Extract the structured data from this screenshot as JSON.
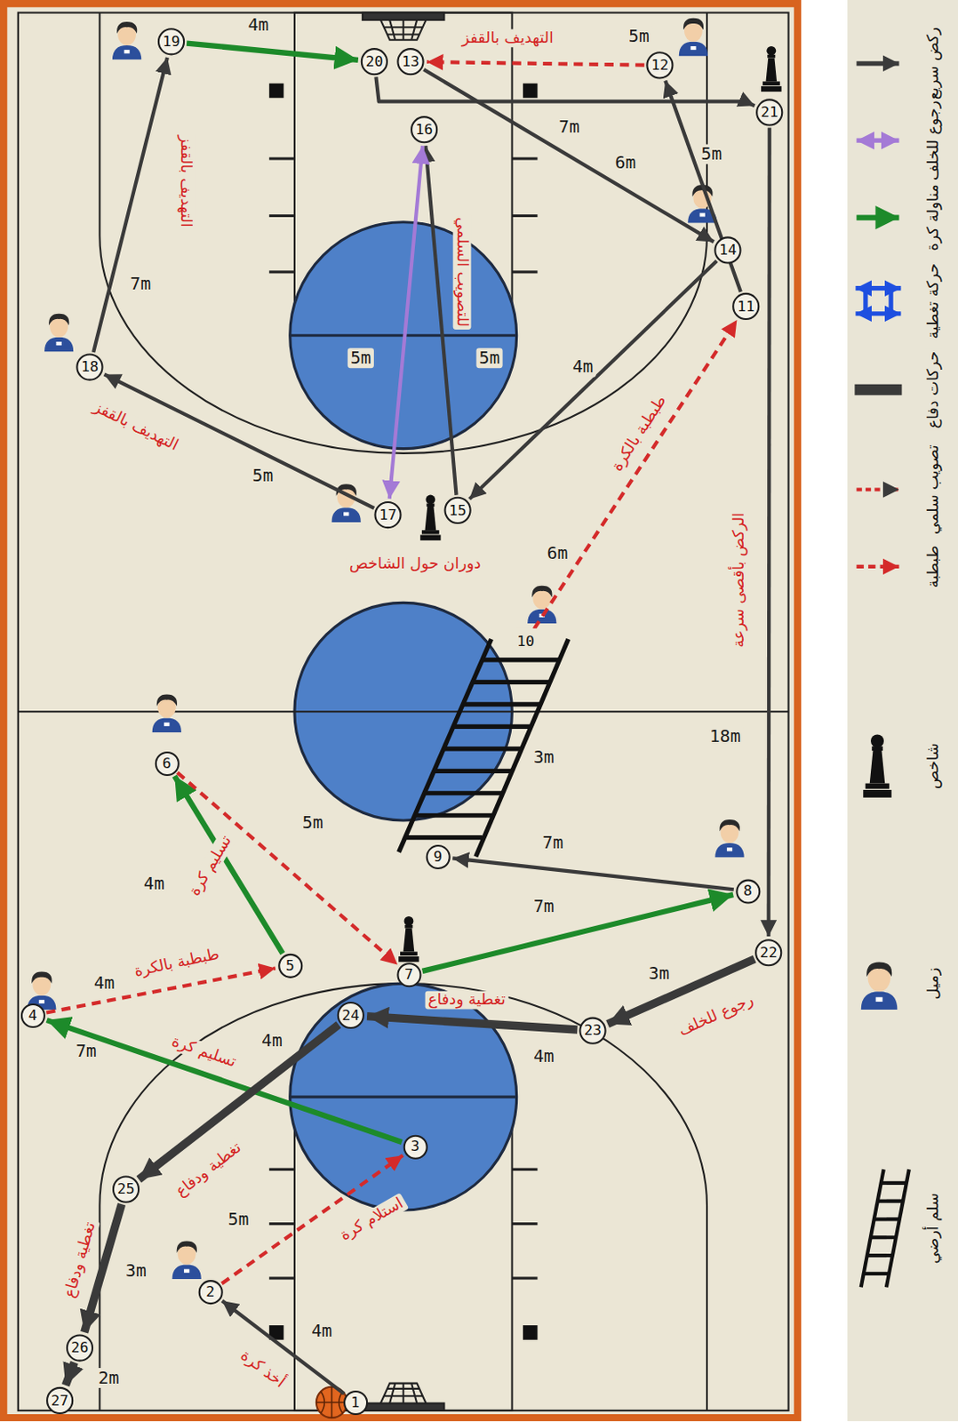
{
  "diagram": {
    "nodes": [
      {
        "text": [
          "1"
        ]
      },
      {
        "text": [
          "2"
        ]
      },
      {
        "text": [
          "3"
        ]
      },
      {
        "text": [
          "4"
        ]
      },
      {
        "text": [
          "5"
        ]
      },
      {
        "text": [
          "6"
        ]
      },
      {
        "text": [
          "7"
        ]
      },
      {
        "text": [
          "8"
        ]
      },
      {
        "text": [
          "9"
        ]
      },
      {
        "text": [
          "10"
        ]
      },
      {
        "text": [
          "11"
        ]
      },
      {
        "text": [
          "12"
        ]
      },
      {
        "text": [
          "13"
        ]
      },
      {
        "text": [
          "14"
        ]
      },
      {
        "text": [
          "15"
        ]
      },
      {
        "text": [
          "16"
        ]
      },
      {
        "text": [
          "17"
        ]
      },
      {
        "text": [
          "18"
        ]
      },
      {
        "text": [
          "19"
        ]
      },
      {
        "text": [
          "20"
        ]
      },
      {
        "text": [
          "21"
        ]
      },
      {
        "text": [
          "22"
        ]
      },
      {
        "text": [
          "23"
        ]
      },
      {
        "text": [
          "24"
        ]
      },
      {
        "text": [
          "25"
        ]
      },
      {
        "text": [
          "26"
        ]
      },
      {
        "text": [
          "27"
        ]
      }
    ],
    "edges": [
      {
        "from": 0,
        "to": 1,
        "arrow": "to"
      },
      {
        "from": 1,
        "to": 2,
        "arrow": "to"
      },
      {
        "from": 2,
        "to": 3,
        "arrow": "to"
      },
      {
        "from": 3,
        "to": 4,
        "arrow": "to"
      },
      {
        "from": 4,
        "to": 5,
        "arrow": "to"
      },
      {
        "from": 5,
        "to": 6,
        "arrow": "to"
      },
      {
        "from": 6,
        "to": 7,
        "arrow": "to"
      },
      {
        "from": 7,
        "to": 8,
        "arrow": "to"
      },
      {
        "from": 9,
        "to": 10,
        "arrow": "to"
      },
      {
        "from": 10,
        "to": 11,
        "arrow": "to"
      },
      {
        "from": 11,
        "to": 12,
        "arrow": "to"
      },
      {
        "from": 12,
        "to": 13,
        "arrow": "to"
      },
      {
        "from": 13,
        "to": 14,
        "arrow": "to"
      },
      {
        "from": 14,
        "to": 15,
        "arrow": "to"
      },
      {
        "from": 15,
        "to": 16,
        "arrow": "both"
      },
      {
        "from": 16,
        "to": 17,
        "arrow": "to"
      },
      {
        "from": 17,
        "to": 18,
        "arrow": "to"
      },
      {
        "from": 18,
        "to": 19,
        "arrow": "to"
      },
      {
        "from": 19,
        "to": 20,
        "arrow": "to"
      },
      {
        "from": 20,
        "to": 21,
        "arrow": "to"
      },
      {
        "from": 21,
        "to": 22,
        "arrow": "to"
      },
      {
        "from": 22,
        "to": 23,
        "arrow": "to"
      },
      {
        "from": 23,
        "to": 24,
        "arrow": "to"
      },
      {
        "from": 24,
        "to": 25,
        "arrow": "to"
      },
      {
        "from": 25,
        "to": 26,
        "arrow": "to"
      }
    ],
    "labels": [
      "4m",
      "التهديف بالقفز",
      "5m",
      "7m",
      "5m",
      "6m",
      "التهديف بالقفز",
      "7m",
      "للتصويب السلمي",
      "5m",
      "5m",
      "4m",
      "طبطبة بالكرة",
      "التهديف بالقفز",
      "5m",
      "دوران حول الشاخص",
      "6m",
      "الركض بأقصى سرعة",
      "18m",
      "3m",
      "5m",
      "7m",
      "4m",
      "تسليم كرة",
      "7m",
      "طبطبة بالكرة",
      "4m",
      "3m",
      "تغطية ودفاع",
      "رجوع للخلف",
      "7m",
      "4m",
      "تسليم كرة",
      "4m",
      "تغطية ودفاع",
      "5m",
      "استلام كرة",
      "تغطية ودفاع",
      "3m",
      "4m",
      "أخذ كرة",
      "2m"
    ],
    "legend": [
      {
        "text": "ركض سريع"
      },
      {
        "text": "رجوع للخلف"
      },
      {
        "text": "مناولة كرة"
      },
      {
        "text": "حركة تغطية"
      },
      {
        "text": "حركات دفاع"
      },
      {
        "text": "تصويب سلمي"
      },
      {
        "text": "طبطبة"
      },
      {
        "text": "شاخص"
      },
      {
        "text": "زميل"
      },
      {
        "text": "سلم أرضي"
      }
    ]
  }
}
